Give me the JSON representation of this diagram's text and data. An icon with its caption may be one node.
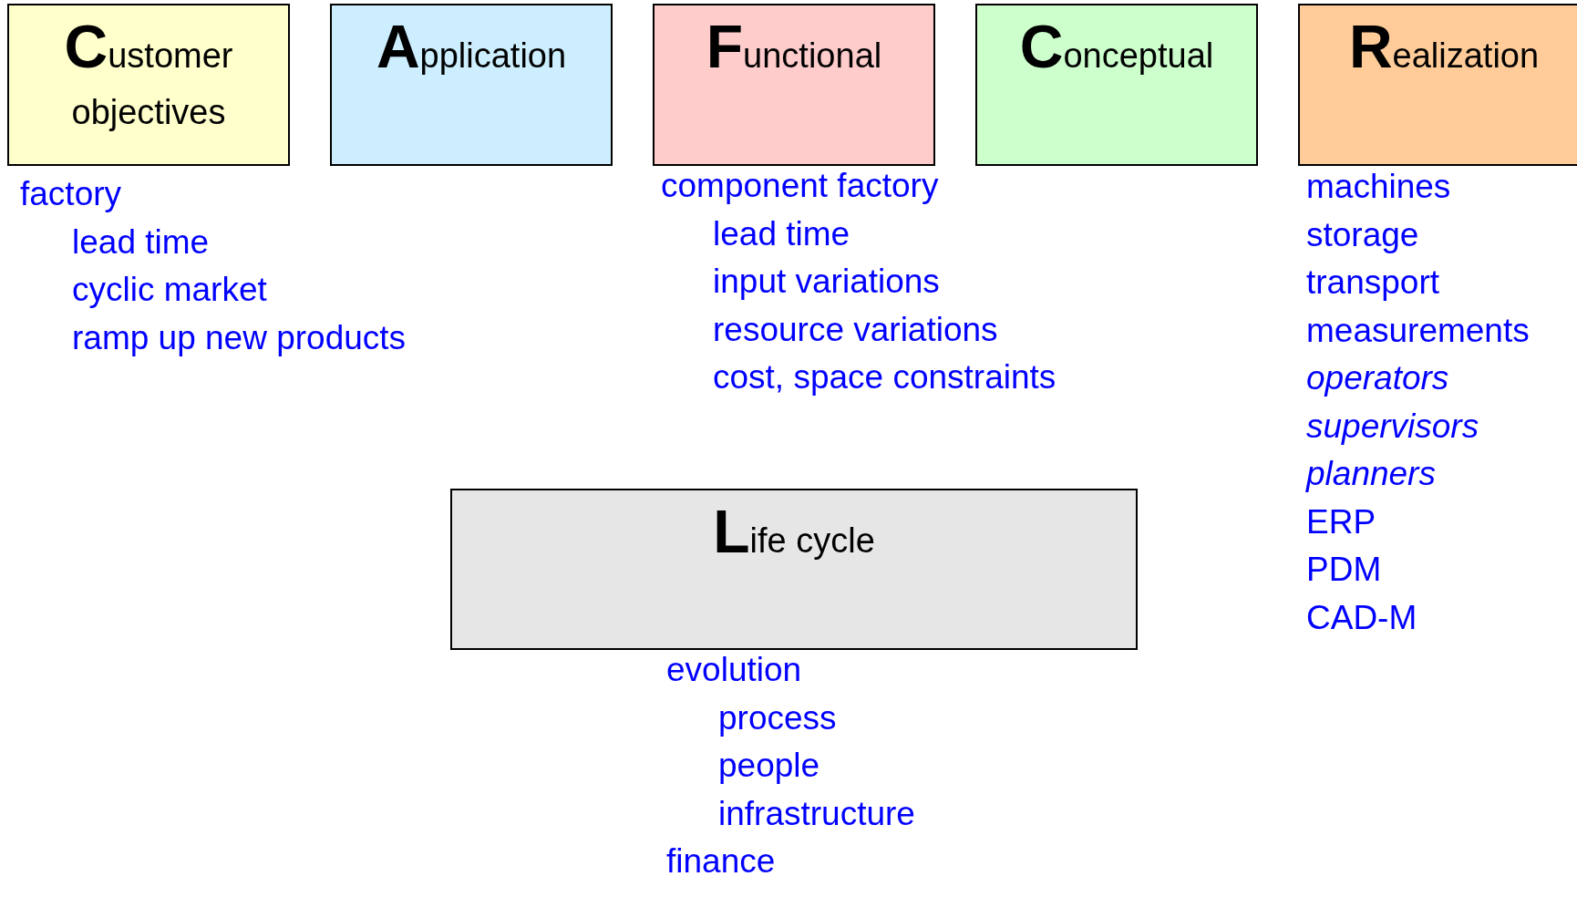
{
  "diagram": {
    "nodes": [
      {
        "text": [
          "Customer objectives"
        ],
        "beside": [
          "factory",
          "lead time",
          "cyclic market",
          "ramp up new products"
        ]
      },
      {
        "text": [
          "Application"
        ]
      },
      {
        "text": [
          "Functional"
        ],
        "beside": [
          "component factory",
          "lead time",
          "input variations",
          "resource variations",
          "cost, space constraints"
        ]
      },
      {
        "text": [
          "Conceptual"
        ]
      },
      {
        "text": [
          "Realization"
        ],
        "beside": [
          "machines",
          "storage",
          "transport",
          "measurements",
          "operators",
          "supervisors",
          "planners",
          "ERP",
          "PDM",
          "CAD-M"
        ]
      },
      {
        "text": [
          "Life cycle"
        ],
        "beside": [
          "evolution",
          "process",
          "people",
          "infrastructure",
          "finance"
        ]
      }
    ],
    "edges": []
  }
}
